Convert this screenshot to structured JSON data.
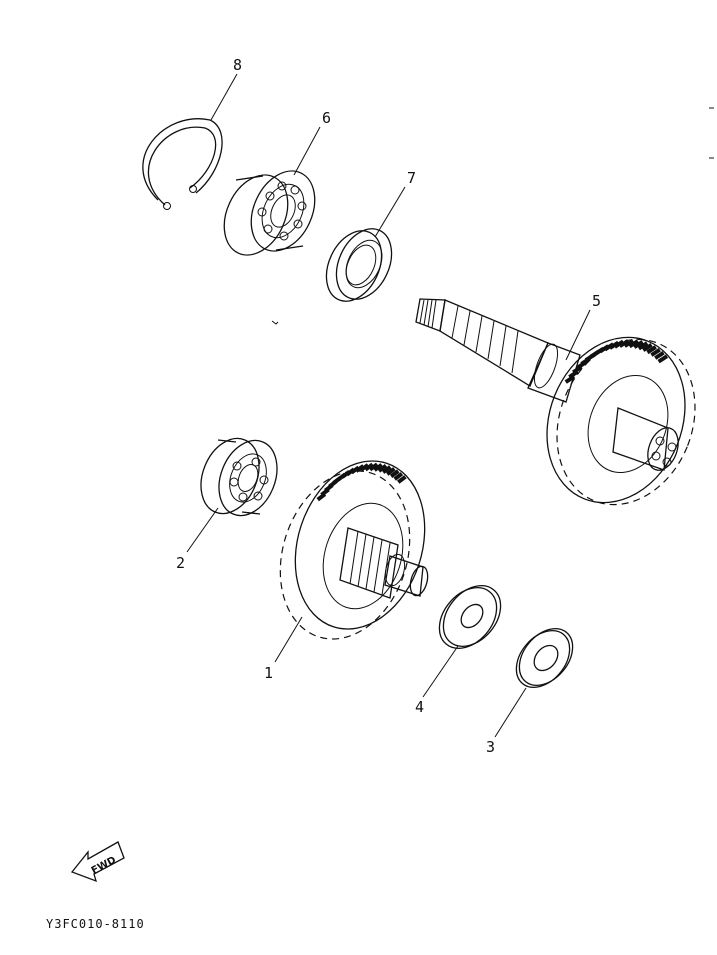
{
  "diagram": {
    "callouts": {
      "p1": "1",
      "p2": "2",
      "p3": "3",
      "p4": "4",
      "p5": "5",
      "p6": "6",
      "p7": "7",
      "p8": "8"
    },
    "fwd_label": "FWD",
    "figure_code": "Y3FC010-8110",
    "ink_color": "#111111",
    "background": "#ffffff"
  }
}
